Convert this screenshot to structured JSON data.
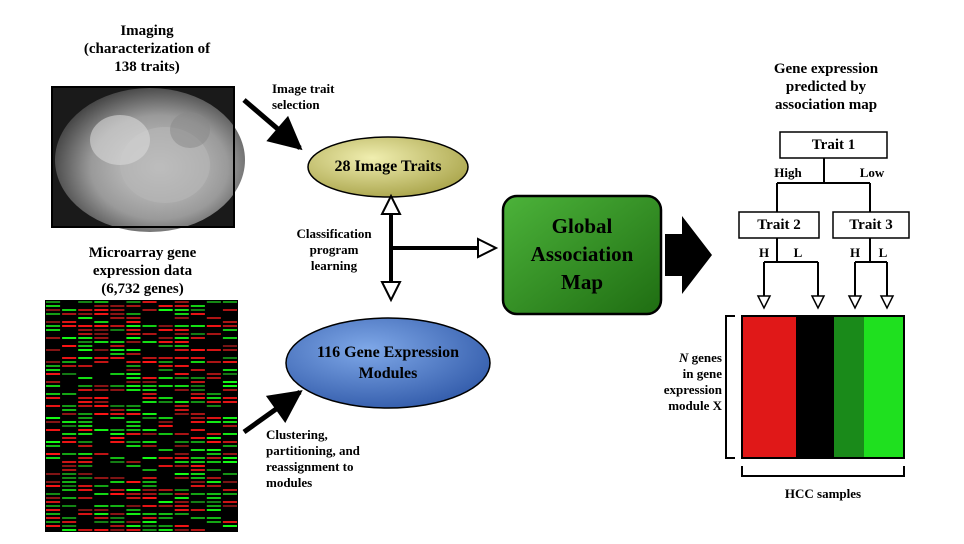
{
  "imaging": {
    "title_lines": [
      "Imaging",
      "(characterization of",
      "138 traits)"
    ]
  },
  "microarray": {
    "title_lines": [
      "Microarray gene",
      "expression data",
      "(6,732 genes)"
    ]
  },
  "image_trait_selection": [
    "Image trait",
    "selection"
  ],
  "image_traits_node": "28 Image Traits",
  "classification_label": [
    "Classification",
    "program",
    "learning"
  ],
  "gene_modules_node": [
    "116 Gene Expression",
    "Modules"
  ],
  "clustering_label": [
    "Clustering,",
    "partitioning, and",
    "reassignment to",
    "modules"
  ],
  "global_map_node": [
    "Global",
    "Association",
    "Map"
  ],
  "gene_expr_title": [
    "Gene expression",
    "predicted by",
    "association map"
  ],
  "tree": {
    "trait1": "Trait 1",
    "trait2": "Trait 2",
    "trait3": "Trait 3",
    "high": "High",
    "low": "Low",
    "h1": "H",
    "l1": "L",
    "h2": "H",
    "l2": "L"
  },
  "n_genes_label": {
    "italic": "N",
    "rest": " genes",
    "lines": [
      "in gene",
      "expression",
      "module X"
    ]
  },
  "hcc_samples": "HCC samples",
  "colors": {
    "yellow_node": "#c9c46a",
    "blue_node": "#3f6fbf",
    "green_node": "#2f8a1f",
    "bar_red": "#e01818",
    "bar_black": "#000000",
    "bar_darkgreen": "#1a8a1a",
    "bar_lightgreen": "#1fe01f"
  }
}
